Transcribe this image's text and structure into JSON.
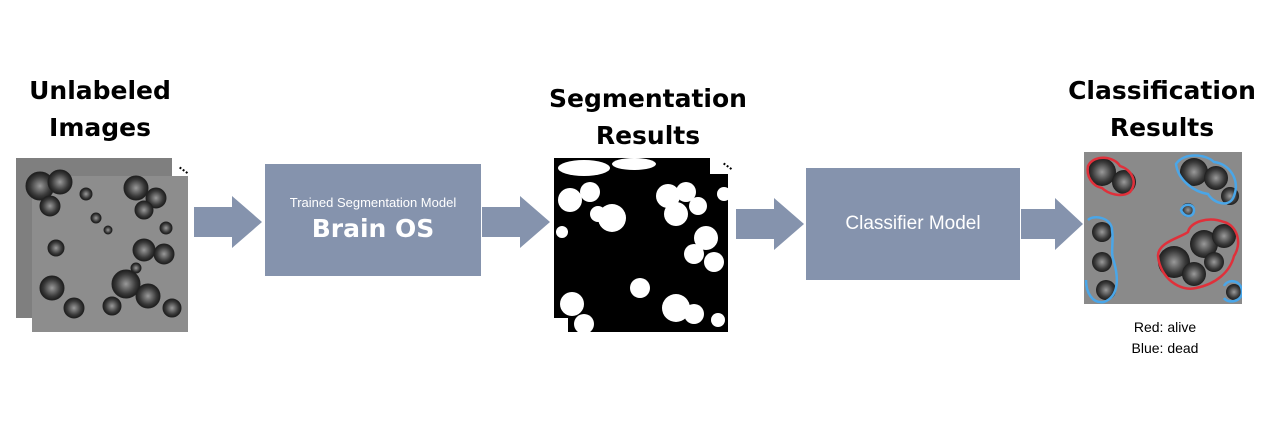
{
  "headings": {
    "unlabeled": [
      "Unlabeled",
      "Images"
    ],
    "segmentation": [
      "Segmentation",
      "Results"
    ],
    "classification": [
      "Classification",
      "Results"
    ]
  },
  "segmentation_box": {
    "subtitle": "Trained Segmentation Model",
    "title": "Brain OS"
  },
  "classifier_box": {
    "title": "Classifier Model"
  },
  "ellipsis": "...",
  "legend": {
    "red": "Red: alive",
    "blue": "Blue: dead"
  },
  "colors": {
    "box_fill": "#8593ad",
    "arrow_fill": "#8593ad",
    "alive_outline": "#e0303a",
    "dead_outline": "#4aa6e8"
  }
}
